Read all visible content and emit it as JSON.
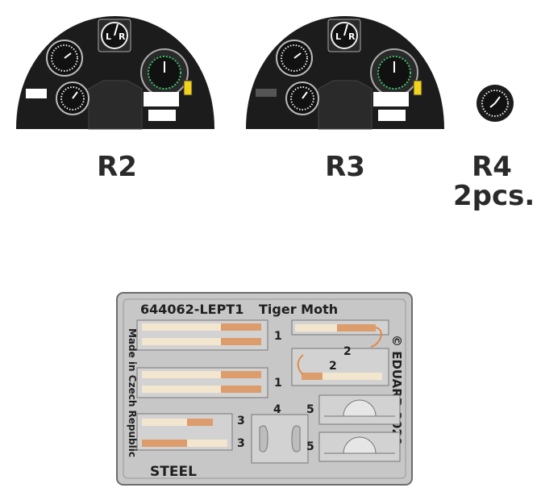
{
  "labels": {
    "r2": "R2",
    "r3": "R3",
    "r4": "R4",
    "r4_qty": "2pcs."
  },
  "fret": {
    "code": "644062-LEPT1",
    "title": "Tiger Moth",
    "made_in": "Made in Czech Republic",
    "brand": "© EDUARD 2020",
    "material": "STEEL",
    "part_numbers": [
      "1",
      "2",
      "1",
      "2",
      "3",
      "3",
      "4",
      "5",
      "5"
    ]
  },
  "colors": {
    "panel": "#1c1c1c",
    "fret": "#c7c7c7",
    "strip": "#f3e6cf",
    "wire": "#e08a4a",
    "gauge_green": "#3cc06a",
    "warning_yellow": "#f2d21b"
  }
}
